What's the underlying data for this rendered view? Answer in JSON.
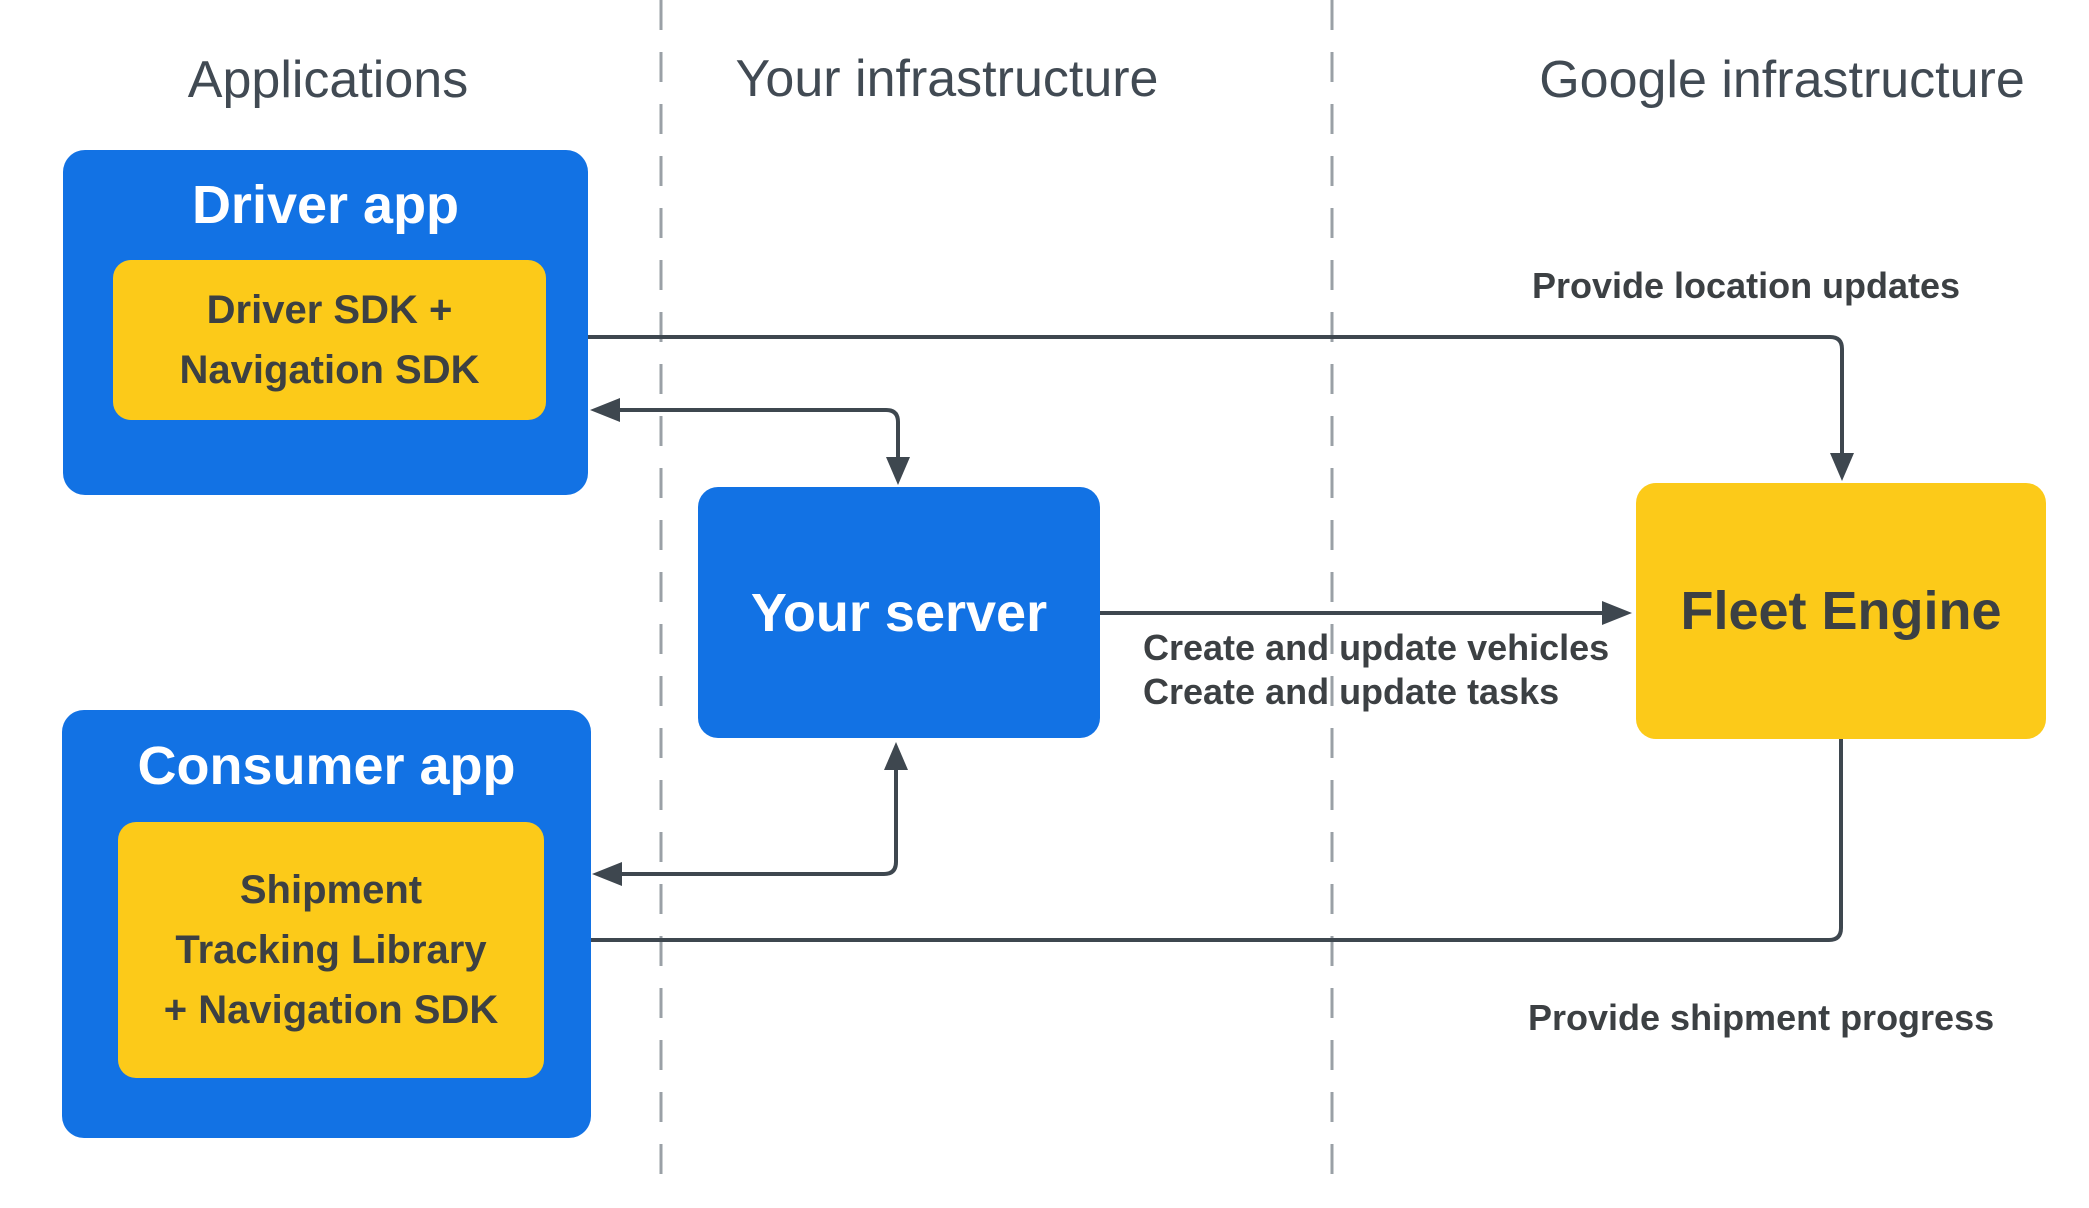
{
  "columns": [
    {
      "label": "Applications"
    },
    {
      "label": "Your infrastructure"
    },
    {
      "label": "Google infrastructure"
    }
  ],
  "nodes": {
    "driver_app": {
      "title": "Driver app",
      "sdk_line1": "Driver SDK +",
      "sdk_line2": "Navigation SDK"
    },
    "consumer_app": {
      "title": "Consumer app",
      "sdk_line1": "Shipment",
      "sdk_line2": "Tracking Library",
      "sdk_line3": "+ Navigation SDK"
    },
    "your_server": {
      "title": "Your server"
    },
    "fleet_engine": {
      "title": "Fleet Engine"
    }
  },
  "edge_labels": {
    "location_updates": "Provide location updates",
    "create_vehicles": "Create and update vehicles",
    "create_tasks": "Create and update tasks",
    "shipment_progress": "Provide shipment progress"
  },
  "colors": {
    "background": "#ffffff",
    "blue": "#1272e4",
    "yellow": "#fcca19",
    "arrow": "#3e474f",
    "dashed": "#9aa0a6",
    "text-dark": "#3c4043",
    "header": "#414a53"
  }
}
